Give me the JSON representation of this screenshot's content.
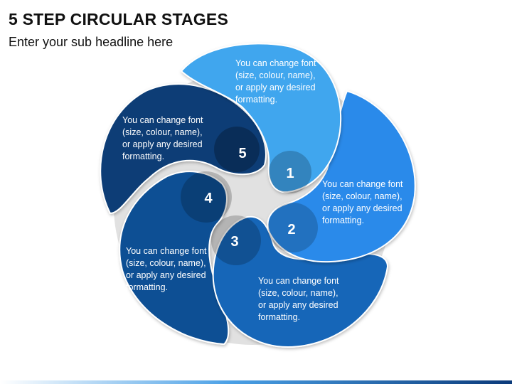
{
  "slide": {
    "title": "5 STEP CIRCULAR STAGES",
    "subtitle": "Enter your sub headline here"
  },
  "stages": [
    {
      "number": "1",
      "text": "You can change font\n(size, colour, name),\nor apply any desired\nformatting.",
      "color": "#3fa6ee"
    },
    {
      "number": "2",
      "text": "You can change font\n(size, colour, name),\nor apply any desired\nformatting.",
      "color": "#2a8aea"
    },
    {
      "number": "3",
      "text": "You can change font\n(size, colour, name),\nor apply any desired\nformatting.",
      "color": "#1566b8"
    },
    {
      "number": "4",
      "text": "You can change font\n(size, colour, name),\nor apply any desired\nformatting.",
      "color": "#0d4f94"
    },
    {
      "number": "5",
      "text": "You can change font\n(size, colour, name),\nor apply any desired\nformatting.",
      "color": "#083d76"
    }
  ],
  "colors": {
    "hub": "#c8c8c8",
    "badge_overlay": "rgba(0,0,0,0.22)",
    "text": "#ffffff"
  }
}
